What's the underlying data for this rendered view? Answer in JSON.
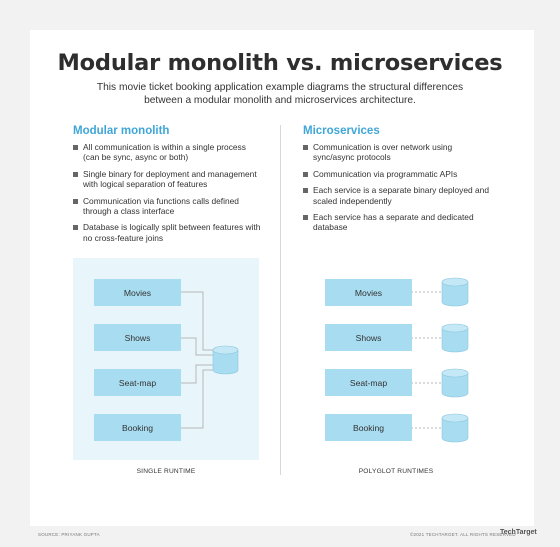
{
  "title": "Modular monolith vs. microservices",
  "subtitle": "This movie ticket booking application example diagrams the structural differences between a modular monolith and microservices architecture.",
  "left": {
    "heading": "Modular monolith",
    "bullets": [
      "All communication is within a single process (can be sync, async or both)",
      "Single binary for deployment and management with logical separation of features",
      "Communication via functions calls defined through a class interface",
      "Database is logically split between features with no cross-feature joins"
    ],
    "services": [
      "Movies",
      "Shows",
      "Seat-map",
      "Booking"
    ],
    "runtime_label": "SINGLE RUNTIME"
  },
  "right": {
    "heading": "Microservices",
    "bullets": [
      "Communication is over network using sync/async protocols",
      "Communication via programmatic APIs",
      "Each service is a separate binary deployed and scaled independently",
      "Each service has a separate and dedicated database"
    ],
    "services": [
      "Movies",
      "Shows",
      "Seat-map",
      "Booking"
    ],
    "runtime_label": "POLYGLOT RUNTIMES"
  },
  "footer": {
    "source": "SOURCE: PRIYANK GUPTA",
    "copyright": "©2021 TECHTARGET. ALL RIGHTS RESERVED",
    "brand": "TechTarget"
  },
  "colors": {
    "accent": "#3fa6d8",
    "service_box": "#a8dcf0",
    "panel": "#e8f5fb",
    "database": "#a8dcf0"
  }
}
